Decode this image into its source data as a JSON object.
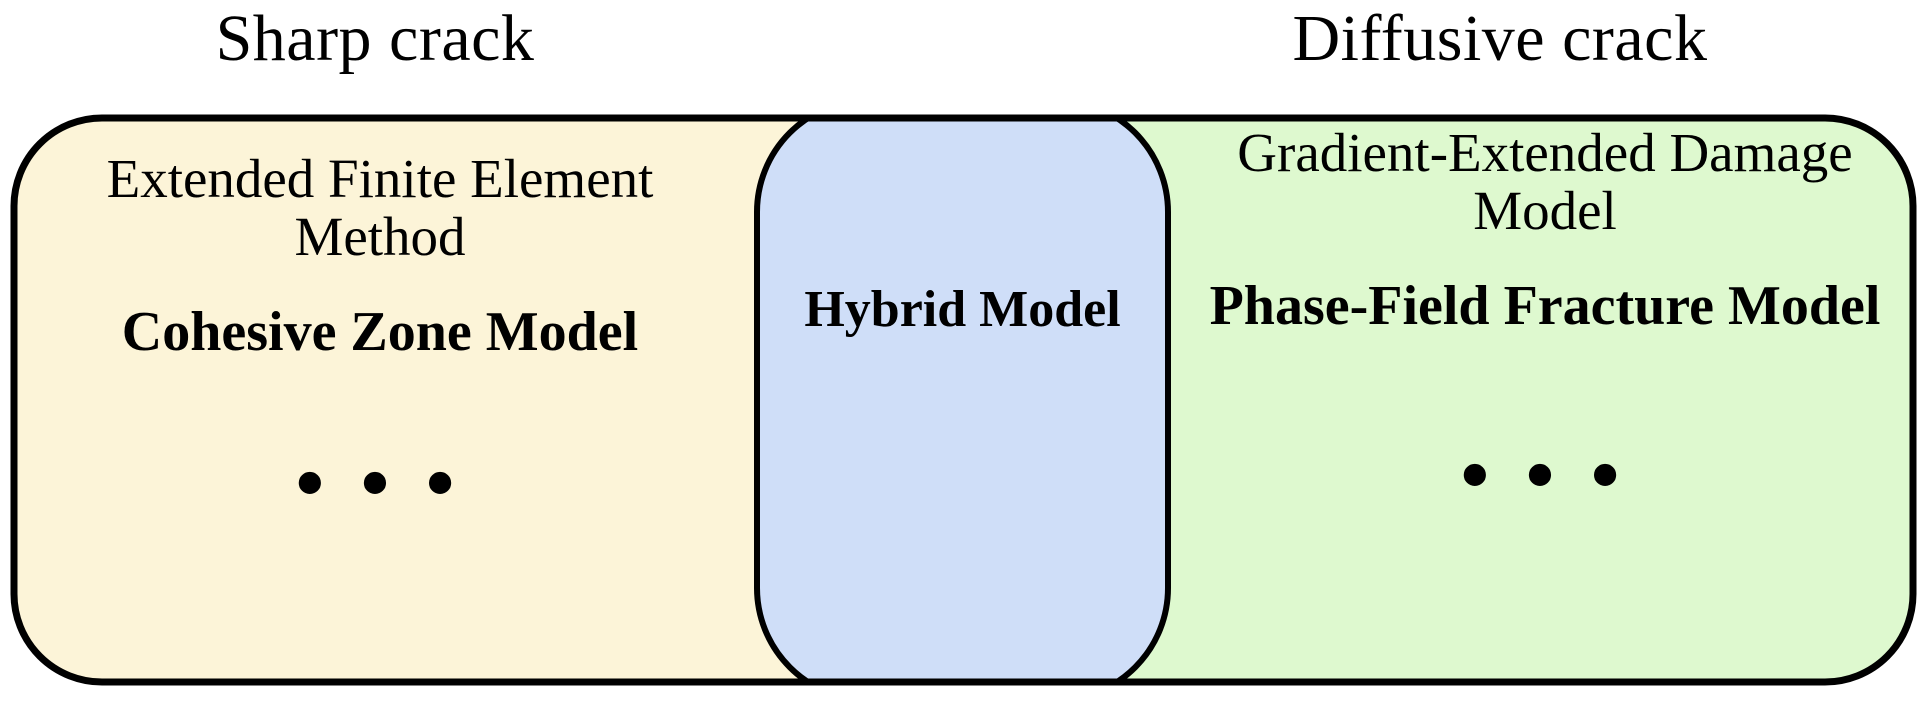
{
  "diagram": {
    "title_left": "Sharp crack",
    "title_right": "Diffusive crack",
    "regions": {
      "left": {
        "name": "sharp-crack-region",
        "fill_color": "#FCF4D8",
        "lines_plain": "Extended Finite Element Method",
        "line_bold": "Cohesive Zone Model",
        "ellipsis": "• • •"
      },
      "center": {
        "name": "hybrid-model-region",
        "fill_color": "#CFDEF8",
        "line_bold": "Hybrid Model"
      },
      "right": {
        "name": "diffusive-crack-region",
        "fill_color": "#DEF9CF",
        "lines_plain": "Gradient-Extended Damage Model",
        "line_bold": "Phase-Field Fracture Model",
        "ellipsis": "• • •"
      }
    },
    "stroke_color": "#000000",
    "background_color": "#FFFFFF"
  }
}
